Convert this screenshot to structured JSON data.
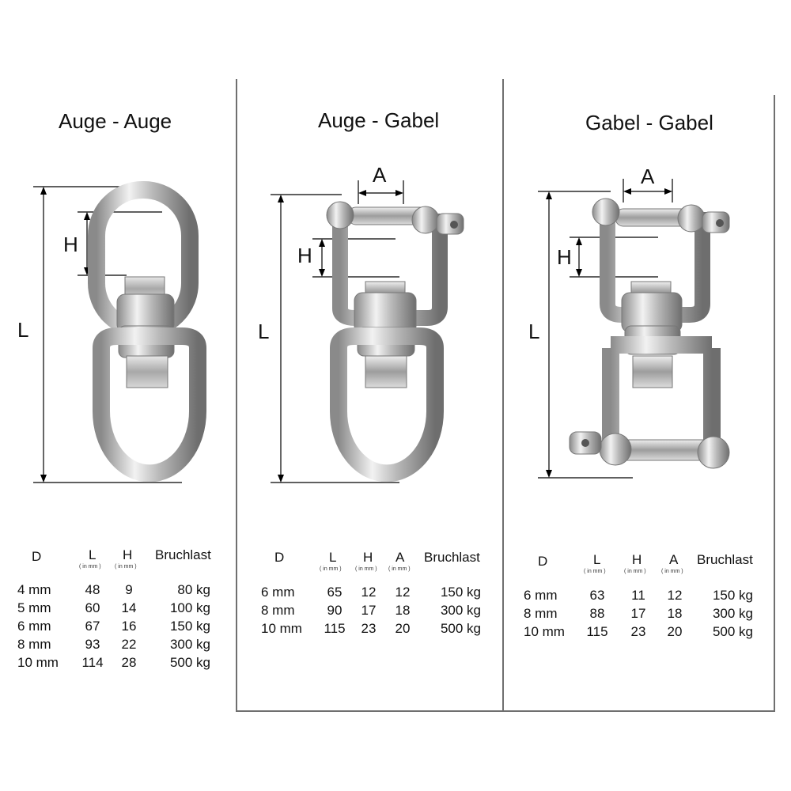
{
  "panels": [
    {
      "title": "Auge - Auge",
      "dim_labels": {
        "L": "L",
        "H": "H"
      },
      "headers": {
        "D": "D",
        "L": "L",
        "H": "H",
        "Bruchlast": "Bruchlast",
        "unit": "( in mm )"
      },
      "rows": [
        [
          "4 mm",
          "48",
          "9",
          "80 kg"
        ],
        [
          "5 mm",
          "60",
          "14",
          "100 kg"
        ],
        [
          "6 mm",
          "67",
          "16",
          "150 kg"
        ],
        [
          "8 mm",
          "93",
          "22",
          "300 kg"
        ],
        [
          "10 mm",
          "114",
          "28",
          "500 kg"
        ]
      ]
    },
    {
      "title": "Auge - Gabel",
      "dim_labels": {
        "L": "L",
        "H": "H",
        "A": "A"
      },
      "headers": {
        "D": "D",
        "L": "L",
        "H": "H",
        "A": "A",
        "Bruchlast": "Bruchlast",
        "unit": "( in mm )"
      },
      "rows": [
        [
          "6 mm",
          "65",
          "12",
          "12",
          "150 kg"
        ],
        [
          "8 mm",
          "90",
          "17",
          "18",
          "300 kg"
        ],
        [
          "10 mm",
          "115",
          "23",
          "20",
          "500 kg"
        ]
      ]
    },
    {
      "title": "Gabel - Gabel",
      "dim_labels": {
        "L": "L",
        "H": "H",
        "A": "A"
      },
      "headers": {
        "D": "D",
        "L": "L",
        "H": "H",
        "A": "A",
        "Bruchlast": "Bruchlast",
        "unit": "( in mm )"
      },
      "rows": [
        [
          "6 mm",
          "63",
          "11",
          "12",
          "150 kg"
        ],
        [
          "8 mm",
          "88",
          "17",
          "18",
          "300 kg"
        ],
        [
          "10 mm",
          "115",
          "23",
          "20",
          "500 kg"
        ]
      ]
    }
  ]
}
